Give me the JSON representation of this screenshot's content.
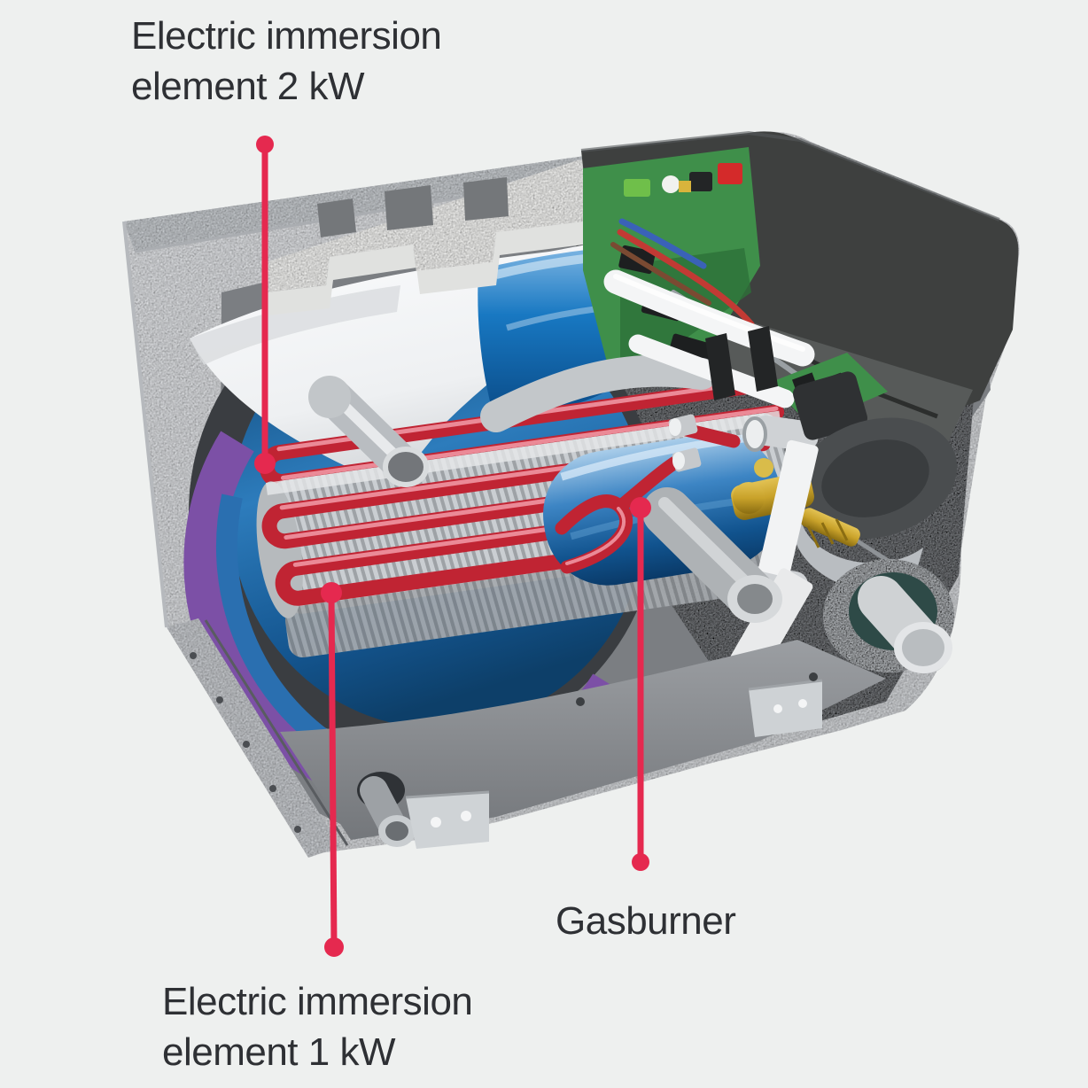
{
  "page": {
    "background_color": "#eef0ef",
    "description": "Cutaway illustration of a gas/electric water heater with three callout annotations"
  },
  "style": {
    "callout_color": "#e5294f",
    "label_text_color": "#2e3034",
    "casing_color": "#d9dbde",
    "tank_blue": "#2d7cbc",
    "inner_ring_purple": "#7c50a6",
    "heating_element_red": "#c02433",
    "pcb_green": "#3f8f4a",
    "gas_valve_brass": "#c9a22a",
    "cover_dark_gray": "#3e403f"
  },
  "annotations": [
    {
      "id": "electric-immersion-element-2kw",
      "line1": "Electric immersion",
      "line2": "element 2 kW"
    },
    {
      "id": "electric-immersion-element-1kw",
      "line1": "Electric immersion",
      "line2": "element 1 kW"
    },
    {
      "id": "gasburner",
      "line1": "Gasburner"
    }
  ]
}
